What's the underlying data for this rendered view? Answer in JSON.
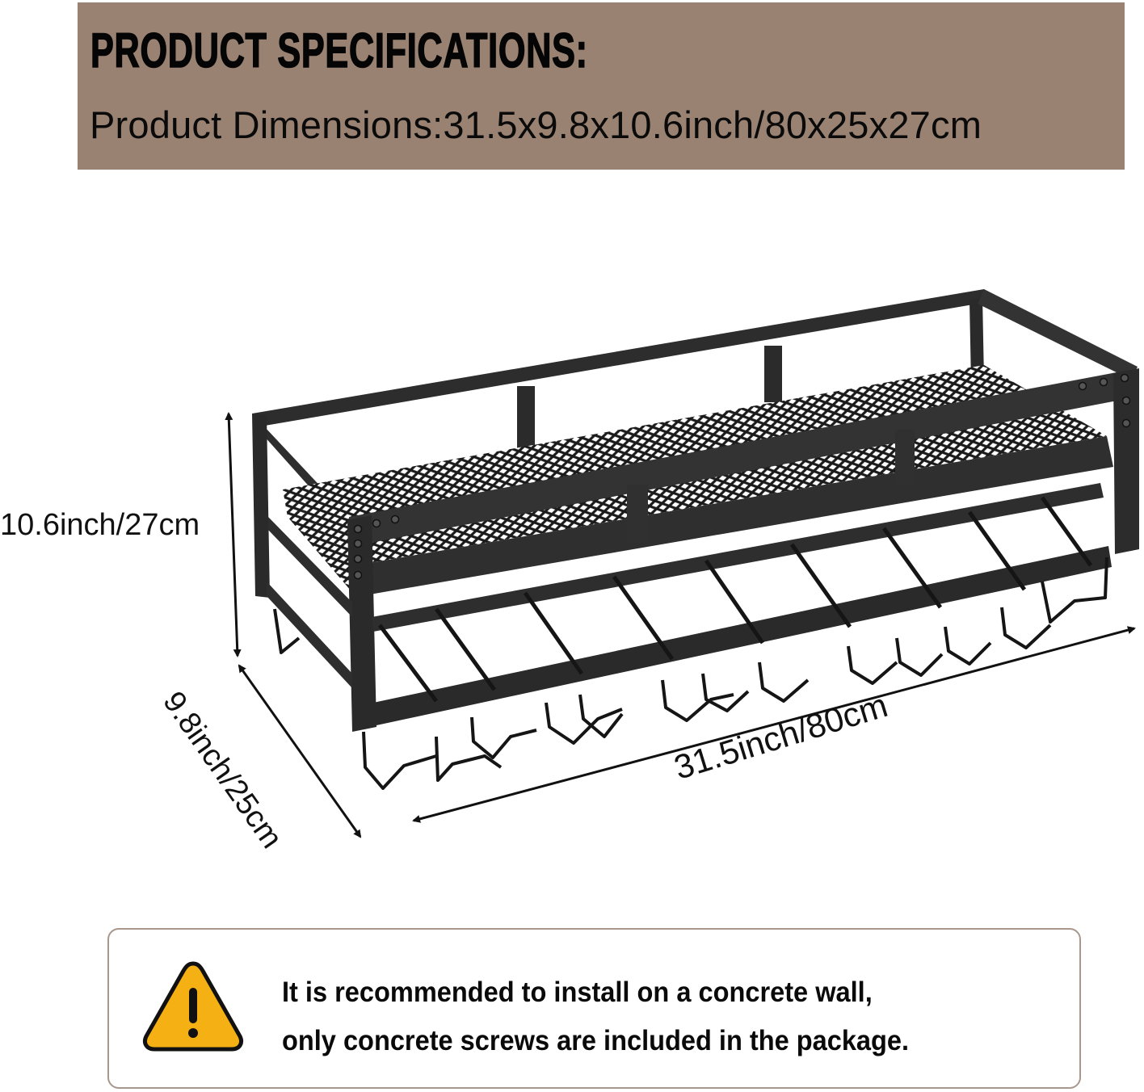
{
  "banner": {
    "title": "PRODUCT SPECIFICATIONS:",
    "dimensions": "Product Dimensions:31.5x9.8x10.6inch/80x25x27cm",
    "background_color": "#9a8272"
  },
  "diagram": {
    "product": "wall-mounted-wine-rack",
    "labels": {
      "height": "10.6inch/27cm",
      "depth": "9.8inch/25cm",
      "width": "31.5inch/80cm"
    },
    "icons": {
      "height_arrow": "double-arrow-vertical",
      "depth_arrow": "double-arrow-diagonal",
      "width_arrow": "double-arrow-diagonal"
    }
  },
  "notice": {
    "icon": "warning-icon",
    "icon_color": "#f5b014",
    "line1": "It is recommended to install on a concrete wall,",
    "line2": "only concrete screws are included in the package."
  }
}
